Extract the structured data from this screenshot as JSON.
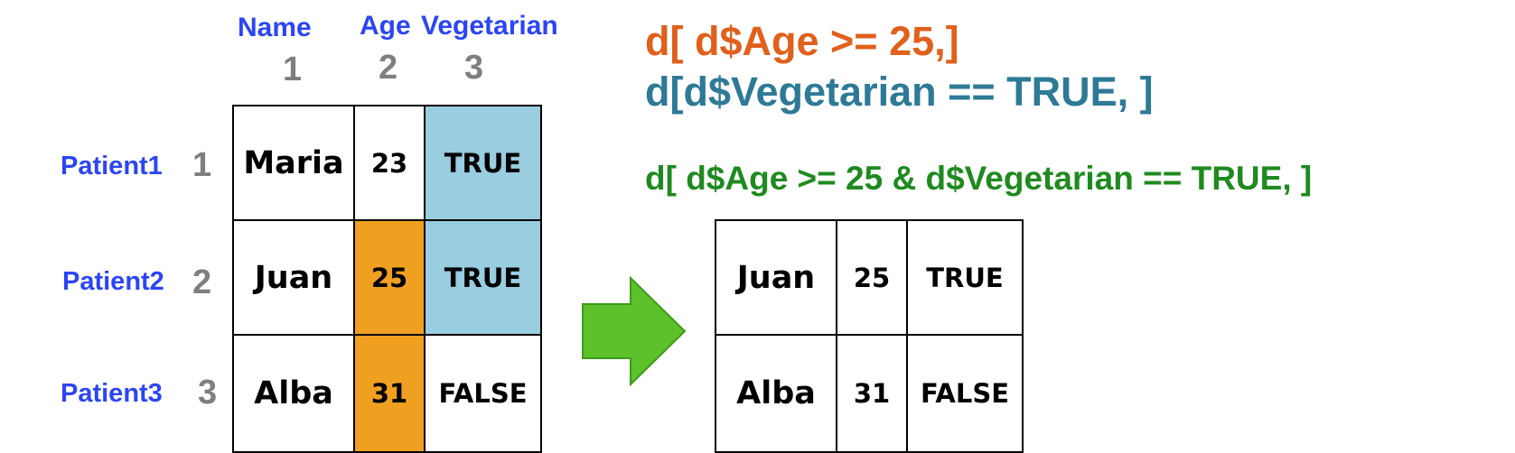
{
  "left_table": {
    "columns": [
      {
        "name": "Name",
        "index": "1"
      },
      {
        "name": "Age",
        "index": "2"
      },
      {
        "name": "Vegetarian",
        "index": "3"
      }
    ],
    "rows": [
      {
        "label": "Patient1",
        "index": "1",
        "cells": [
          "Maria",
          "23",
          "TRUE"
        ]
      },
      {
        "label": "Patient2",
        "index": "2",
        "cells": [
          "Juan",
          "25",
          "TRUE"
        ]
      },
      {
        "label": "Patient3",
        "index": "3",
        "cells": [
          "Alba",
          "31",
          "FALSE"
        ]
      }
    ]
  },
  "code": {
    "age_filter": "d[ d$Age >= 25,]",
    "vegetarian_filter": "d[d$Vegetarian == TRUE, ]",
    "combined_filter": "d[ d$Age >= 25 & d$Vegetarian == TRUE, ]"
  },
  "result_table": {
    "rows": [
      {
        "cells": [
          "Juan",
          "25",
          "TRUE"
        ]
      },
      {
        "cells": [
          "Alba",
          "31",
          "FALSE"
        ]
      }
    ]
  },
  "colors": {
    "age_highlight": "#f0a020",
    "vegetarian_highlight": "#99cde0",
    "age_code": "#e0601c",
    "vegetarian_code": "#2e7a96",
    "combined_code": "#1f8a1f",
    "arrow": "#5cc12a",
    "label_blue": "#2b45f5",
    "index_gray": "#7f7f7f"
  },
  "icons": {
    "arrow": "right-arrow-icon"
  }
}
